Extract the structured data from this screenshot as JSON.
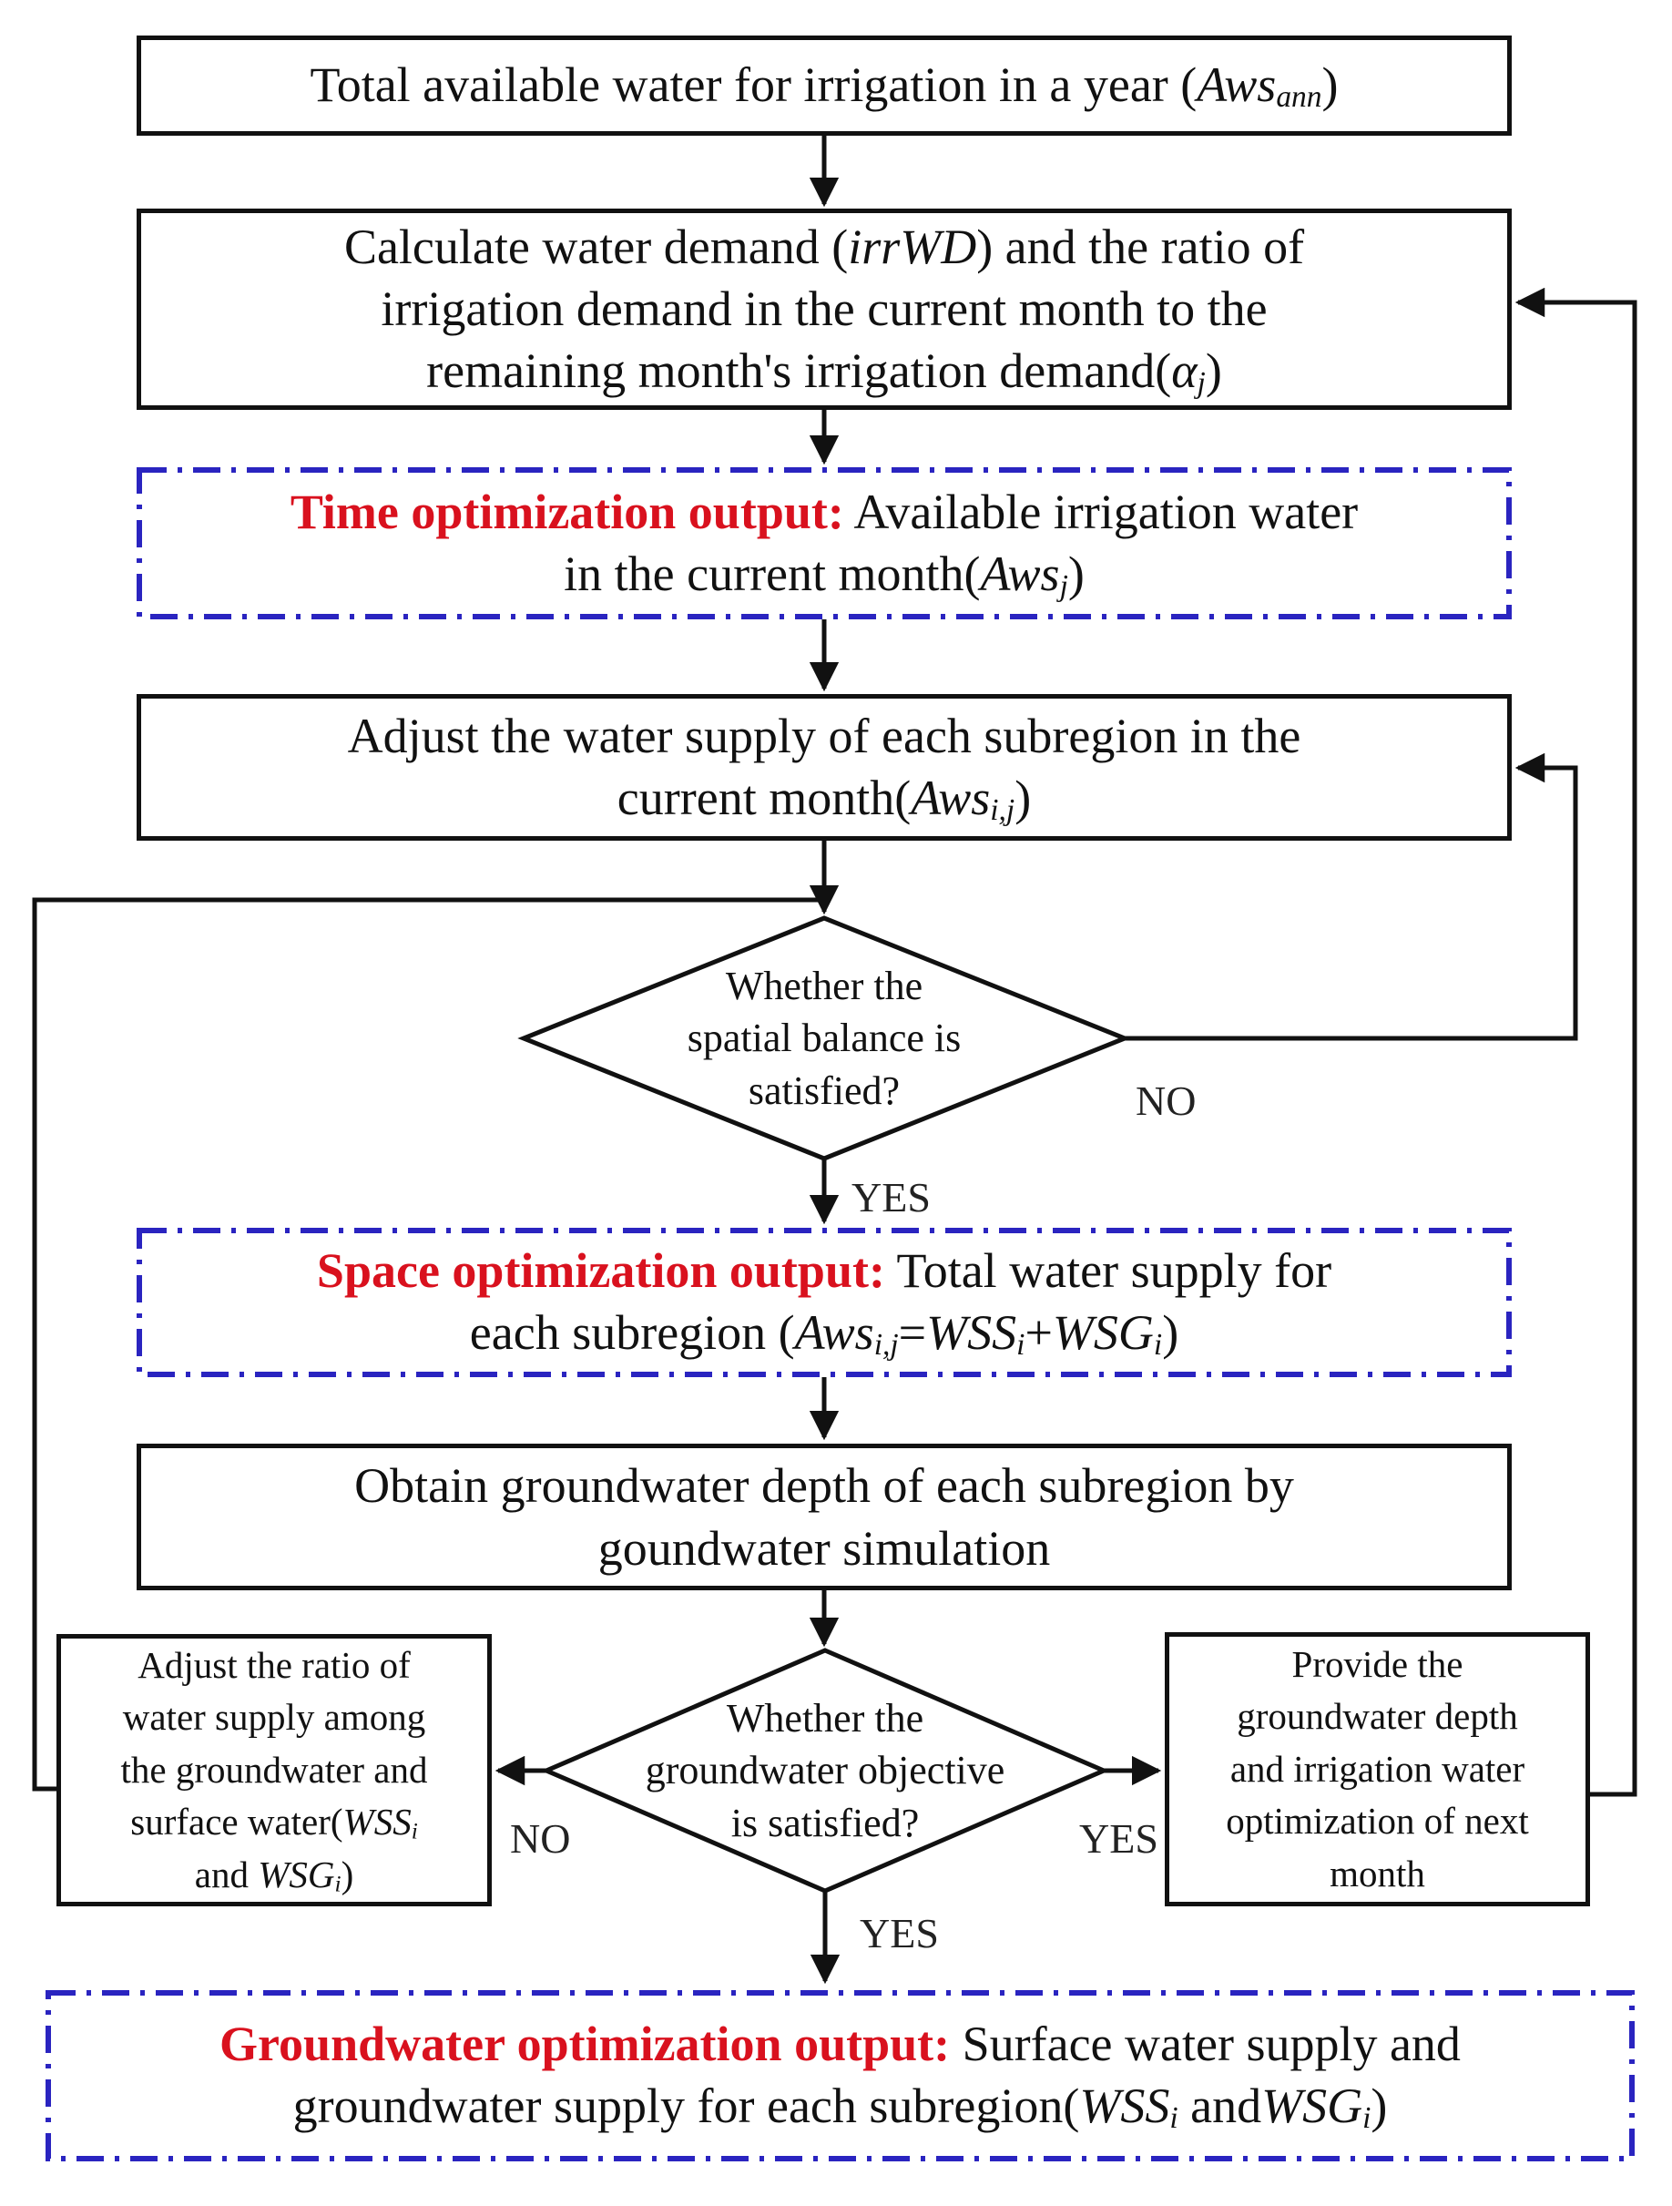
{
  "title": "Irrigation water time-space-groundwater optimization flowchart",
  "colors": {
    "line_black": "#111111",
    "dashed_border_blue": "#2a24c0",
    "highlight_red": "#d9111e",
    "background": "#ffffff"
  },
  "labels": {
    "no_spatial": "NO",
    "yes_spatial": "YES",
    "no_groundwater": "NO",
    "yes_groundwater_right": "YES",
    "yes_groundwater_down": "YES"
  },
  "nodes": {
    "total": {
      "lines": [
        [
          {
            "t": "Total available water for irrigation in a year (",
            "s": "plain"
          },
          {
            "t": "Aws",
            "s": "var"
          },
          {
            "t": "ann",
            "s": "sub"
          },
          {
            "t": ")",
            "s": "plain"
          }
        ]
      ]
    },
    "calculate": {
      "lines": [
        [
          {
            "t": "Calculate water demand (",
            "s": "plain"
          },
          {
            "t": "irrWD",
            "s": "var"
          },
          {
            "t": ") and the ratio of",
            "s": "plain"
          }
        ],
        [
          {
            "t": "irrigation demand in the current month to the",
            "s": "plain"
          }
        ],
        [
          {
            "t": "remaining month's irrigation demand(",
            "s": "plain"
          },
          {
            "t": "α",
            "s": "var"
          },
          {
            "t": "j",
            "s": "sub"
          },
          {
            "t": ")",
            "s": "plain"
          }
        ]
      ]
    },
    "time_output": {
      "lines": [
        [
          {
            "t": "Time optimization output:",
            "s": "red"
          },
          {
            "t": " Available irrigation water",
            "s": "plain"
          }
        ],
        [
          {
            "t": "in the current month(",
            "s": "plain"
          },
          {
            "t": "Aws",
            "s": "var"
          },
          {
            "t": "j",
            "s": "sub"
          },
          {
            "t": ")",
            "s": "plain"
          }
        ]
      ]
    },
    "adjust_supply": {
      "lines": [
        [
          {
            "t": "Adjust the water supply of each subregion in the",
            "s": "plain"
          }
        ],
        [
          {
            "t": "current month(",
            "s": "plain"
          },
          {
            "t": "Aws",
            "s": "var"
          },
          {
            "t": "i,j",
            "s": "sub"
          },
          {
            "t": ")",
            "s": "plain"
          }
        ]
      ]
    },
    "spatial_decision": {
      "lines": [
        [
          {
            "t": "Whether the",
            "s": "plain"
          }
        ],
        [
          {
            "t": "spatial balance is",
            "s": "plain"
          }
        ],
        [
          {
            "t": "satisfied?",
            "s": "plain"
          }
        ]
      ]
    },
    "space_output": {
      "lines": [
        [
          {
            "t": "Space optimization output:",
            "s": "red"
          },
          {
            "t": " Total water supply for",
            "s": "plain"
          }
        ],
        [
          {
            "t": "each subregion (",
            "s": "plain"
          },
          {
            "t": "Aws",
            "s": "var"
          },
          {
            "t": "i,j",
            "s": "sub"
          },
          {
            "t": "=",
            "s": "plain"
          },
          {
            "t": "WSS",
            "s": "var"
          },
          {
            "t": "i",
            "s": "sub"
          },
          {
            "t": "+",
            "s": "plain"
          },
          {
            "t": "WSG",
            "s": "var"
          },
          {
            "t": "i",
            "s": "sub"
          },
          {
            "t": ")",
            "s": "plain"
          }
        ]
      ]
    },
    "obtain": {
      "lines": [
        [
          {
            "t": "Obtain groundwater depth of each subregion by",
            "s": "plain"
          }
        ],
        [
          {
            "t": "goundwater simulation",
            "s": "plain"
          }
        ]
      ]
    },
    "adjust_ratio": {
      "lines": [
        [
          {
            "t": "Adjust the ratio of",
            "s": "plain"
          }
        ],
        [
          {
            "t": "water supply among",
            "s": "plain"
          }
        ],
        [
          {
            "t": "the groundwater and",
            "s": "plain"
          }
        ],
        [
          {
            "t": "surface water(",
            "s": "plain"
          },
          {
            "t": "WSS",
            "s": "var"
          },
          {
            "t": "i",
            "s": "sub"
          }
        ],
        [
          {
            "t": "and ",
            "s": "plain"
          },
          {
            "t": "WSG",
            "s": "var"
          },
          {
            "t": "i",
            "s": "sub"
          },
          {
            "t": ")",
            "s": "plain"
          }
        ]
      ]
    },
    "groundwater_decision": {
      "lines": [
        [
          {
            "t": "Whether the",
            "s": "plain"
          }
        ],
        [
          {
            "t": "groundwater objective",
            "s": "plain"
          }
        ],
        [
          {
            "t": "is satisfied?",
            "s": "plain"
          }
        ]
      ]
    },
    "provide": {
      "lines": [
        [
          {
            "t": "Provide the",
            "s": "plain"
          }
        ],
        [
          {
            "t": "groundwater depth",
            "s": "plain"
          }
        ],
        [
          {
            "t": "and irrigation water",
            "s": "plain"
          }
        ],
        [
          {
            "t": "optimization of next",
            "s": "plain"
          }
        ],
        [
          {
            "t": "month",
            "s": "plain"
          }
        ]
      ]
    },
    "groundwater_output": {
      "lines": [
        [
          {
            "t": "Groundwater optimization output:",
            "s": "red"
          },
          {
            "t": " Surface water supply and",
            "s": "plain"
          }
        ],
        [
          {
            "t": "groundwater supply for each subregion(",
            "s": "plain"
          },
          {
            "t": "WSS",
            "s": "var"
          },
          {
            "t": "i",
            "s": "sub"
          },
          {
            "t": " and",
            "s": "plain"
          },
          {
            "t": "WSG",
            "s": "var"
          },
          {
            "t": "i",
            "s": "sub"
          },
          {
            "t": ")",
            "s": "plain"
          }
        ]
      ]
    }
  }
}
